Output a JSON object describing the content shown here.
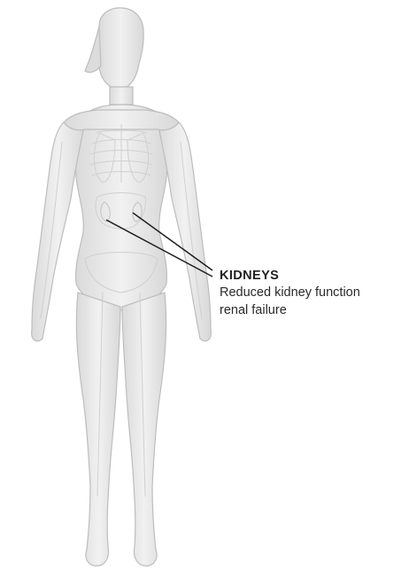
{
  "callout": {
    "organ": "KIDNEYS",
    "lines": [
      "Reduced kidney function",
      "renal failure"
    ]
  },
  "colors": {
    "background": "#ffffff",
    "figure_fill": "#e9e9e9",
    "figure_outline": "#bdbdbd",
    "organ_lines": "#d2d2d2",
    "leader_line": "#1e1e1e",
    "text": "#222222"
  }
}
